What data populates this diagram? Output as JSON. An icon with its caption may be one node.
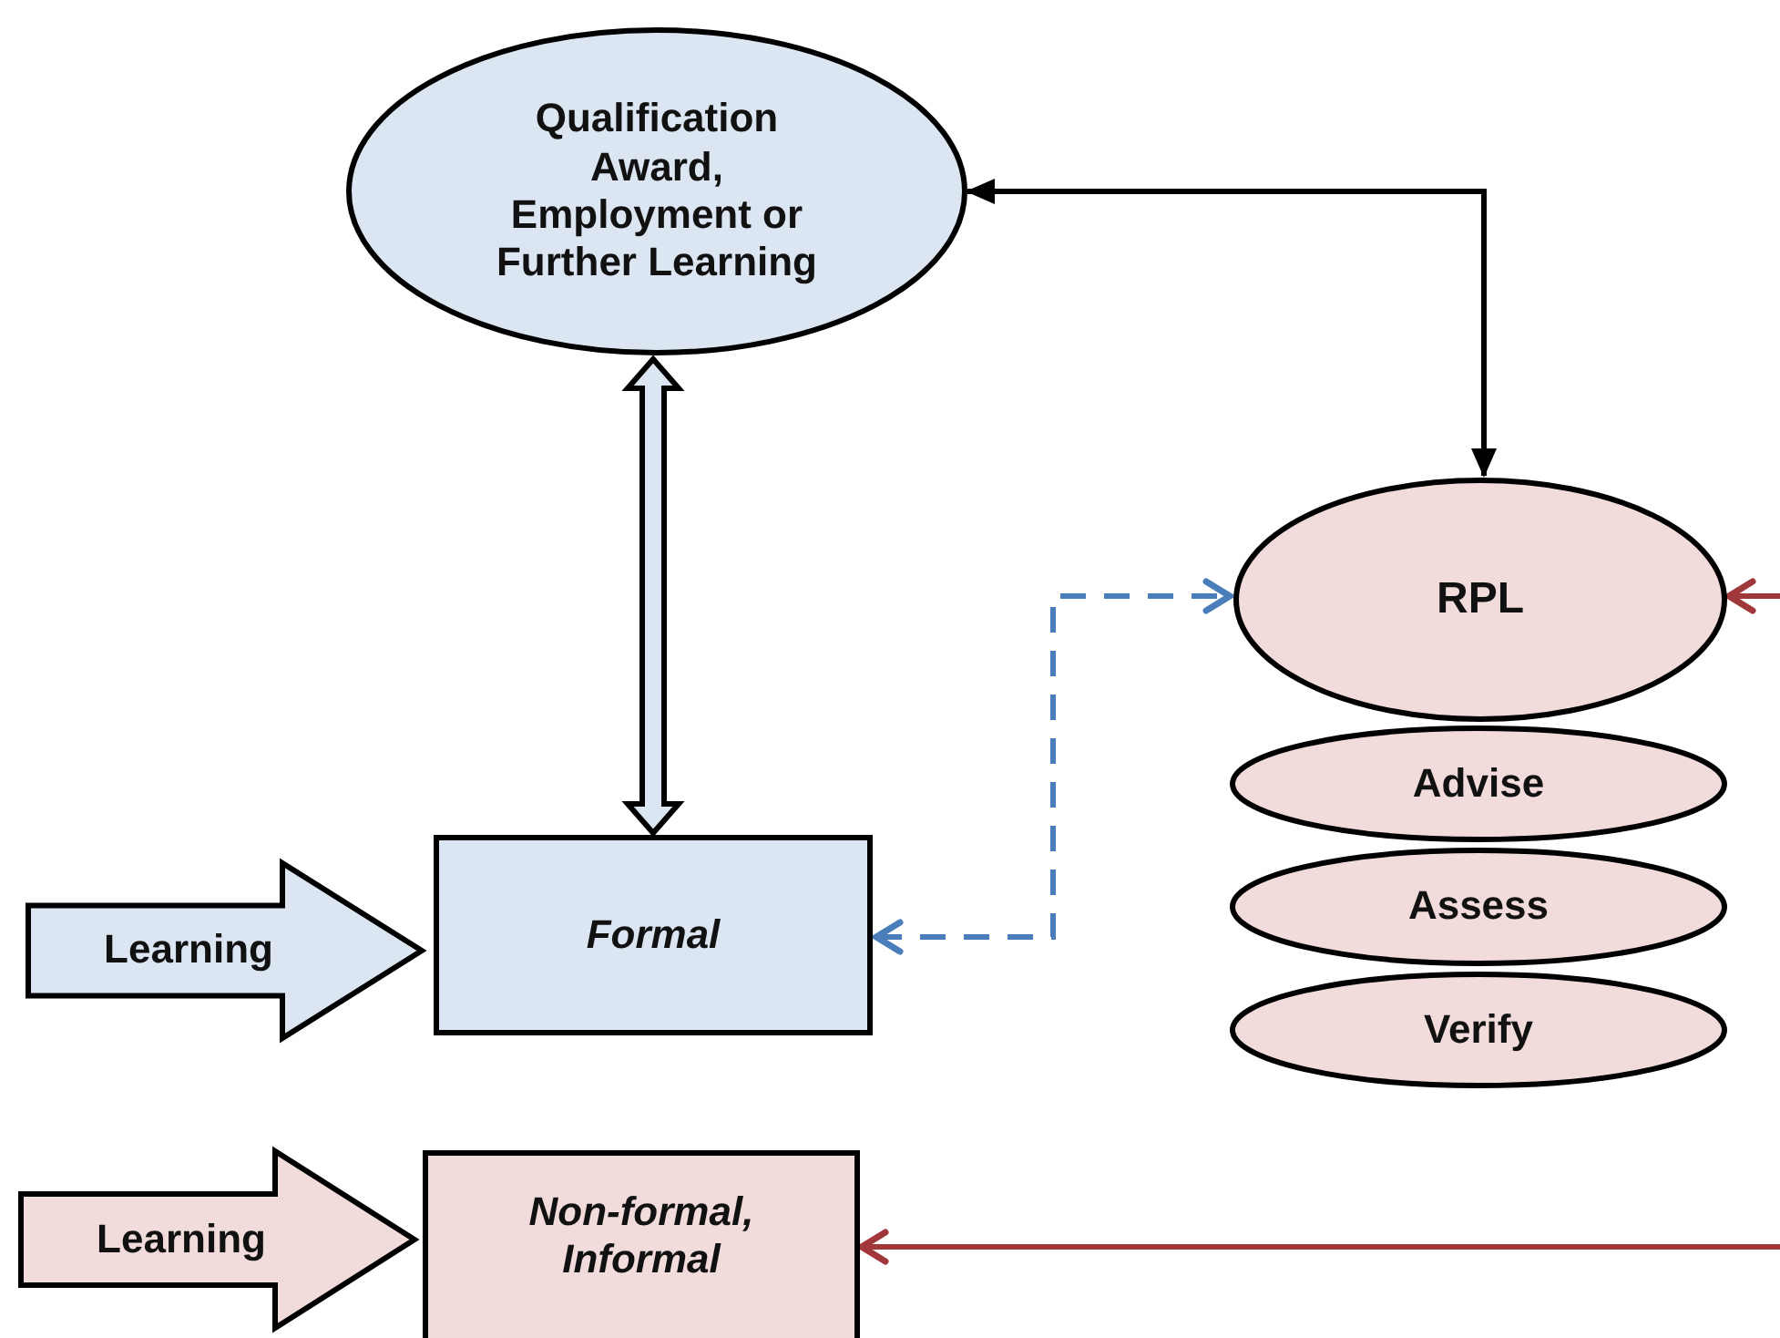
{
  "diagram": {
    "nodes": [
      {
        "text": [
          "Qualification Award, Employment or Further Learning"
        ]
      },
      {
        "text": [
          "RPL"
        ]
      },
      {
        "text": [
          "Advise"
        ]
      },
      {
        "text": [
          "Assess"
        ]
      },
      {
        "text": [
          "Verify"
        ]
      },
      {
        "text": [
          "Learning"
        ]
      },
      {
        "text": [
          "Formal"
        ]
      },
      {
        "text": [
          "Learning"
        ]
      },
      {
        "text": [
          "Non-formal, Informal"
        ]
      }
    ],
    "edges": [
      {
        "from": 0,
        "to": 1,
        "arrow": "both",
        "color": "#000000"
      },
      {
        "from": 0,
        "to": 6,
        "arrow": "both",
        "style": "thick",
        "color": "#000000"
      },
      {
        "from": 6,
        "to": 1,
        "arrow": "both",
        "style": "dashed",
        "color": "#4a7ebb"
      },
      {
        "from": null,
        "to": 1,
        "arrow": "to",
        "color": "#a0373a"
      },
      {
        "from": null,
        "to": 8,
        "arrow": "to",
        "color": "#a0373a"
      }
    ]
  }
}
